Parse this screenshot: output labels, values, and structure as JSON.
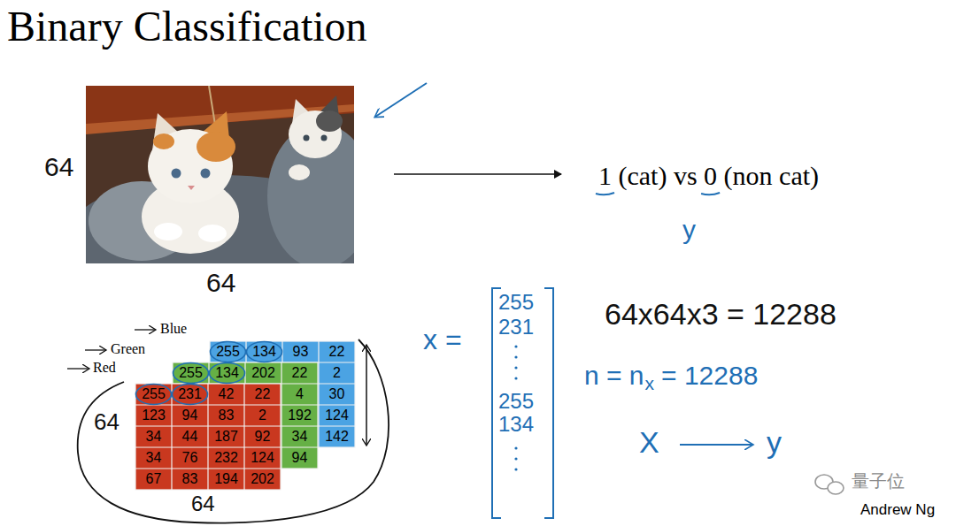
{
  "diagram": {
    "title": "Binary Classification",
    "labels": [
      "64",
      "64",
      "1 (cat) vs 0 (non cat)",
      "y",
      "Blue",
      "Green",
      "Red",
      "64",
      "64",
      "x =",
      "255",
      "231",
      "255",
      "134",
      "64x64x3 = 12288",
      "n = n",
      "x",
      "= 12288",
      "X",
      "y",
      "Andrew Ng",
      "量子位",
      "255",
      "134",
      "93",
      "22",
      "2",
      "30",
      "124",
      "142",
      "255",
      "134",
      "202",
      "22",
      "4",
      "192",
      "34",
      "94",
      "255",
      "231",
      "42",
      "22",
      "123",
      "94",
      "83",
      "2",
      "34",
      "44",
      "187",
      "92",
      "34",
      "76",
      "232",
      "124",
      "67",
      "83",
      "194",
      "202"
    ]
  }
}
